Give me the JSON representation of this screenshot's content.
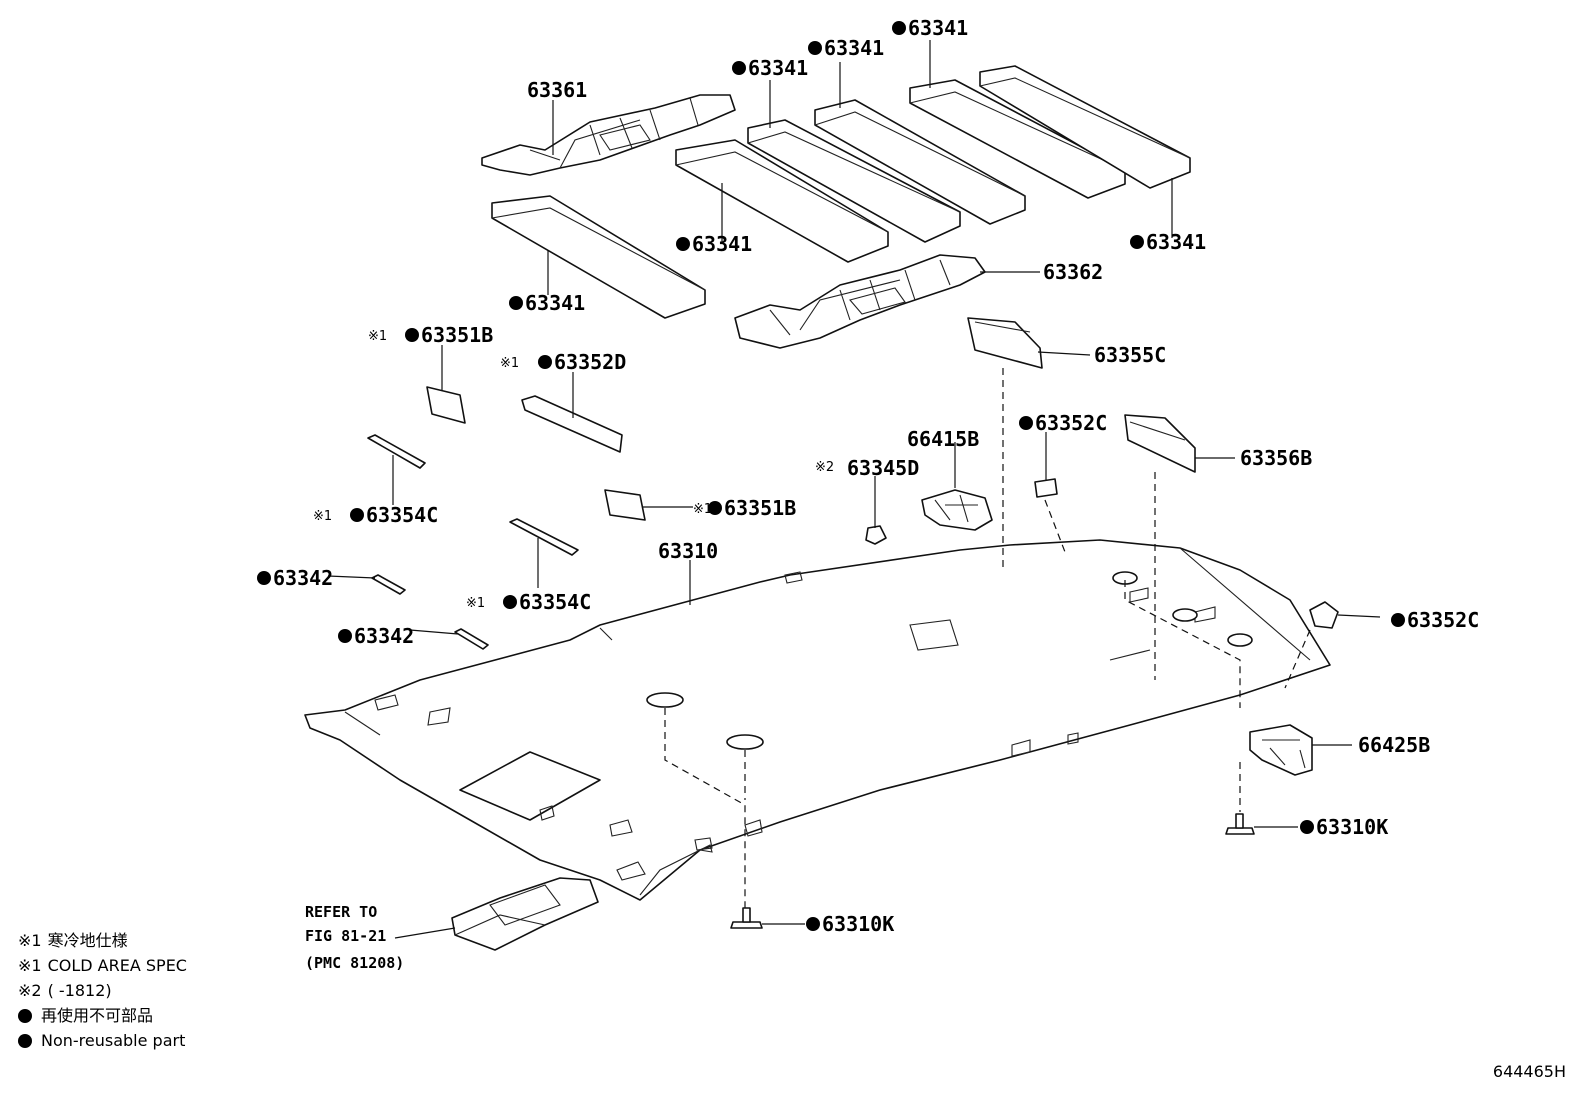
{
  "labels": {
    "p63361": "63361",
    "p63341_a": "63341",
    "p63341_b": "63341",
    "p63341_c": "63341",
    "p63341_d": "63341",
    "p63341_e": "63341",
    "p63341_f": "63341",
    "p63362": "63362",
    "p63355C": "63355C",
    "p63351B_a": "63351B",
    "p63352D": "63352D",
    "p63352C_a": "63352C",
    "p66415B": "66415B",
    "p63356B": "63356B",
    "p63345D": "63345D",
    "p63354C_a": "63354C",
    "p63351B_b": "63351B",
    "p63310": "63310",
    "p63342_a": "63342",
    "p63354C_b": "63354C",
    "p63342_b": "63342",
    "p63352C_b": "63352C",
    "p66425B": "66425B",
    "p63310K_a": "63310K",
    "p63310K_b": "63310K"
  },
  "marks": {
    "mark1": "※1",
    "mark2": "※2"
  },
  "refer": {
    "line1": "REFER TO",
    "line2": "FIG 81-21",
    "line3": "(PMC 81208)"
  },
  "legend": {
    "r1_mark": "※1",
    "r1_text": "寒冷地仕様",
    "r2_mark": "※1",
    "r2_text": "COLD AREA SPEC",
    "r3_mark": "※2",
    "r3_text": "(    -1812)",
    "r4_text": "再使用不可部品",
    "r5_text": "Non-reusable part"
  },
  "diagram_code": "644465H"
}
